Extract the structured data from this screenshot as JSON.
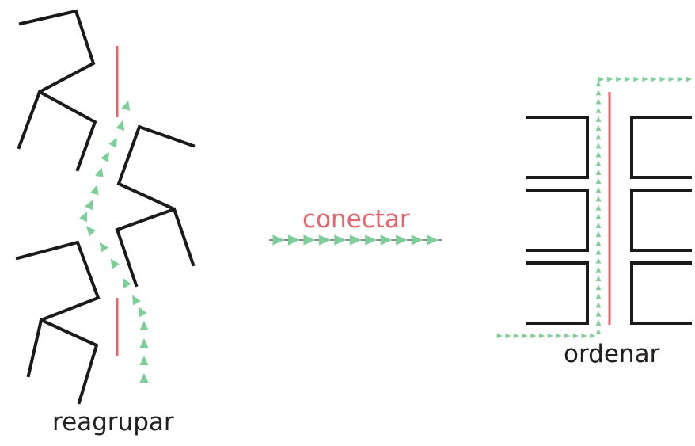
{
  "labels": {
    "reagrupar": "reagrupar",
    "conectar": "conectar",
    "ordenar": "ordenar"
  },
  "colors": {
    "strand": "#1a1a1a",
    "axis": "#e6646b",
    "arrow": "#7ccf98",
    "label_dark": "#231f20",
    "label_accent": "#e6646b"
  }
}
